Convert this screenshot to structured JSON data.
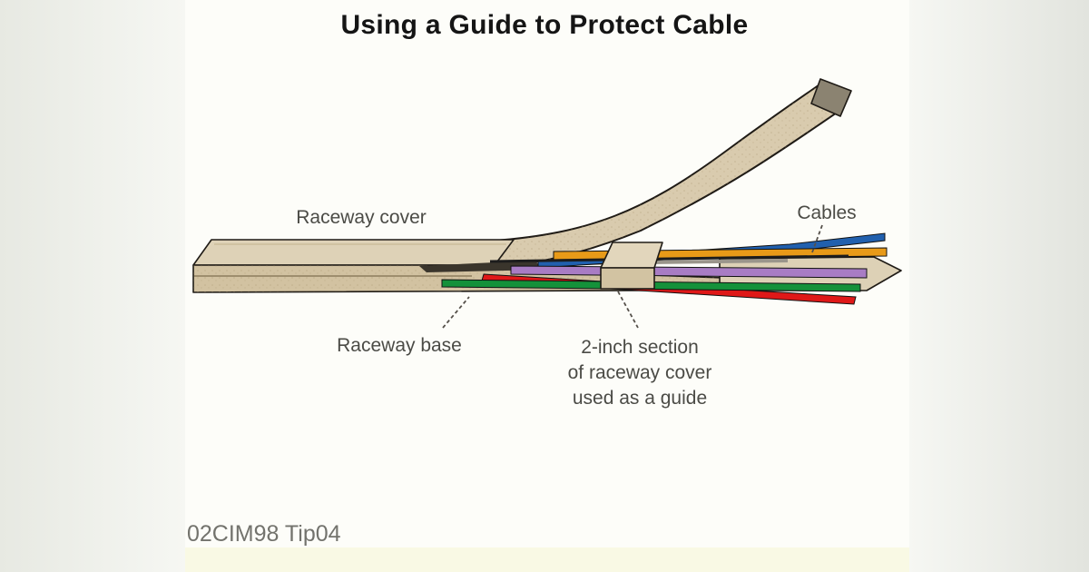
{
  "title": "Using a Guide to Protect Cable",
  "labels": {
    "raceway_cover": "Raceway cover",
    "cables": "Cables",
    "raceway_base": "Raceway base",
    "guide": {
      "lines": [
        "2-inch section",
        "of raceway cover",
        "used as a guide"
      ]
    }
  },
  "footer": {
    "code": "02CIM98 Tip04"
  },
  "colors": {
    "canvas_bg": "#fdfdf9",
    "footer_strip": "#f9f9e4",
    "side_band": "#e7e9e2",
    "raceway_tan_light": "#ddd1b6",
    "raceway_tan_mid": "#d2c2a1",
    "cover_band_tan": "#d9cbae",
    "cover_end_dark": "#8b8371",
    "outline": "#1f1b16",
    "cable_orange": "#e89a18",
    "cable_blue": "#2160ae",
    "cable_purple": "#a87cc4",
    "cable_red": "#df1818",
    "cable_green": "#14913a",
    "label_text": "#4b4b46",
    "footer_text": "#73736d",
    "title_text": "#151515"
  }
}
